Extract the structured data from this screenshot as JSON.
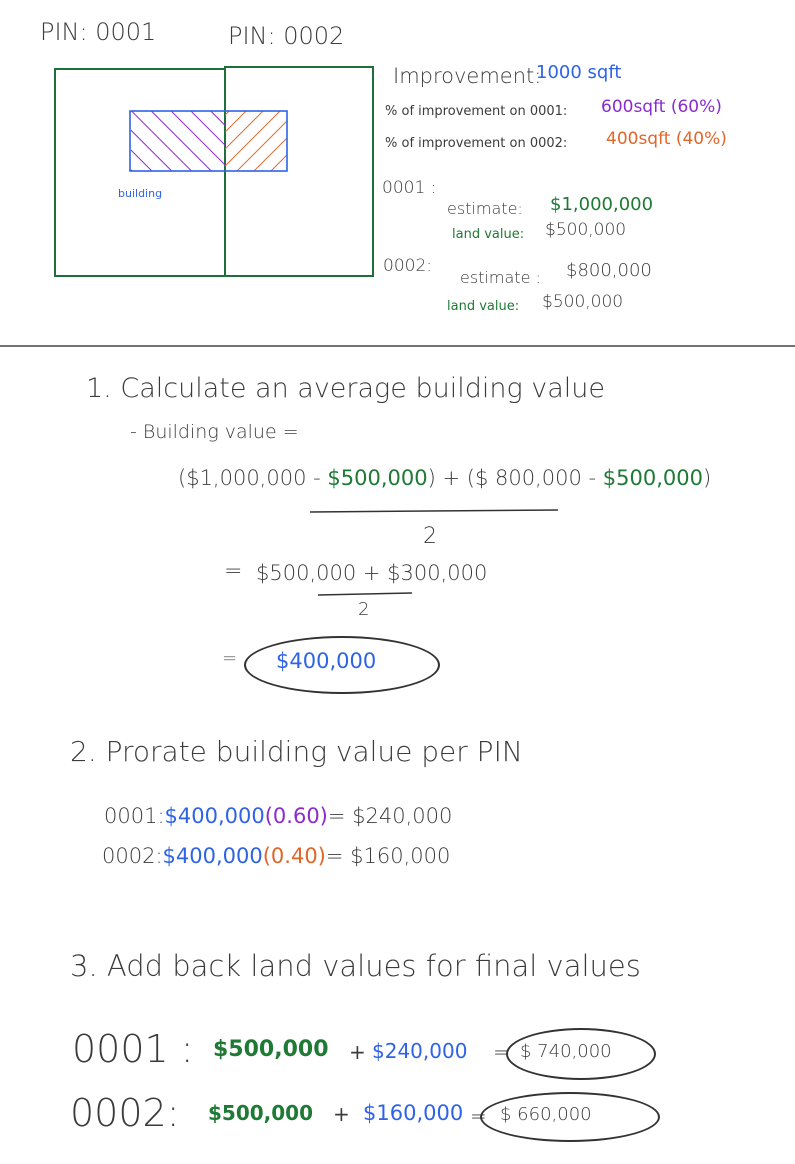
{
  "header": {
    "pin_left": "PIN: 0001",
    "pin_right": "PIN: 0002"
  },
  "diagram": {
    "building_label": "building"
  },
  "summary": {
    "improvement_label": "Improvement:",
    "improvement_value": "1000 sqft",
    "pct_0001_label": "% of improvement on 0001:",
    "pct_0001_value": "600sqft (60%)",
    "pct_0002_label": "% of improvement on 0002:",
    "pct_0002_value": "400sqft (40%)",
    "pin1": "0001 :",
    "pin1_estimate_label": "estimate:",
    "pin1_estimate_value": "$1,000,000",
    "pin1_land_label": "land value:",
    "pin1_land_value": "$500,000",
    "pin2": "0002:",
    "pin2_estimate_label": "estimate :",
    "pin2_estimate_value": "$800,000",
    "pin2_land_label": "land value:",
    "pin2_land_value": "$500,000"
  },
  "step1": {
    "heading": "1. Calculate an average building value",
    "sub": "- Building value =",
    "num_open1": "(",
    "num_a": "$1,000,000",
    "num_minus1": " - ",
    "num_b": "$500,000",
    "num_mid": ") + (",
    "num_c": "$ 800,000",
    "num_minus2": " - ",
    "num_d": "$500,000",
    "num_close": ")",
    "denominator": "2",
    "line2_eq": "=",
    "line2_expr": "$500,000 + $300,000",
    "line2_den": "2",
    "result_eq": "=",
    "result": "$400,000"
  },
  "step2": {
    "heading": "2. Prorate building value per PIN",
    "r1_pin": "0001:",
    "r1_value": "$400,000",
    "r1_pct": "(0.60)",
    "r1_result": "= $240,000",
    "r2_pin": "0002:",
    "r2_value": "$400,000",
    "r2_pct": "(0.40)",
    "r2_result": "= $160,000"
  },
  "step3": {
    "heading": "3. Add back land values for final values",
    "r1_pin": "0001 :",
    "r1_land": "$500,000",
    "r1_plus": "+",
    "r1_bldg": "$240,000",
    "r1_eq": "=",
    "r1_total": "$ 740,000",
    "r2_pin": "0002:",
    "r2_land": "$500,000",
    "r2_plus": "+",
    "r2_bldg": "$160,000",
    "r2_eq": "=",
    "r2_total": "$ 660,000"
  },
  "colors": {
    "green": "#1f7a35",
    "blue": "#2f63e6",
    "purple": "#8a2bd0",
    "orange": "#e0662a",
    "ink": "#3b3b3b"
  }
}
